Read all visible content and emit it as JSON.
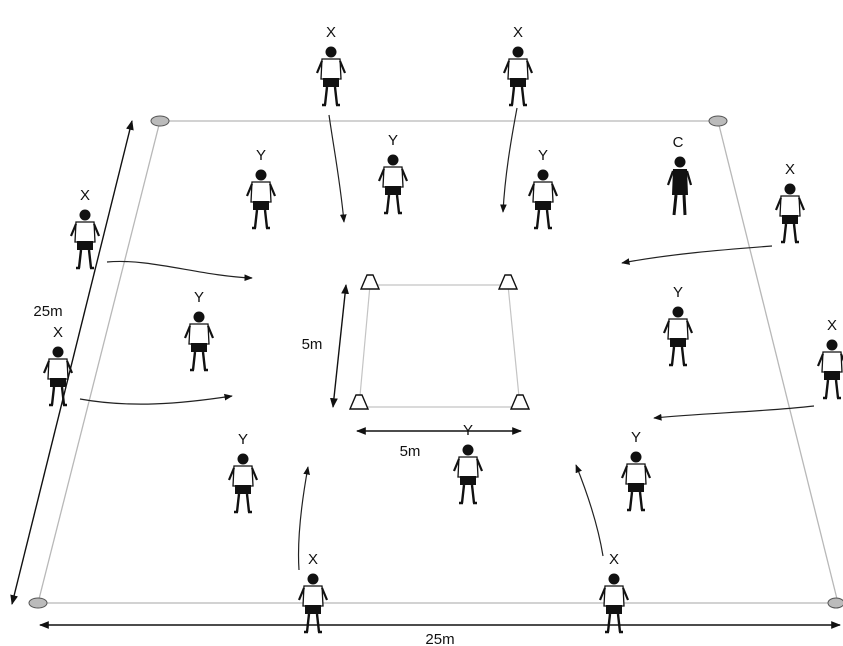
{
  "diagram": {
    "labels": {
      "outer_width": "25m",
      "outer_depth": "25m",
      "inner_width": "5m",
      "inner_depth": "5m",
      "attacker": "X",
      "defender": "Y",
      "coach": "C"
    }
  },
  "players": [
    {
      "role": "attacker",
      "label": "X"
    },
    {
      "role": "attacker",
      "label": "X"
    },
    {
      "role": "attacker",
      "label": "X"
    },
    {
      "role": "attacker",
      "label": "X"
    },
    {
      "role": "attacker",
      "label": "X"
    },
    {
      "role": "attacker",
      "label": "X"
    },
    {
      "role": "attacker",
      "label": "X"
    },
    {
      "role": "attacker",
      "label": "X"
    },
    {
      "role": "defender",
      "label": "Y"
    },
    {
      "role": "defender",
      "label": "Y"
    },
    {
      "role": "defender",
      "label": "Y"
    },
    {
      "role": "defender",
      "label": "Y"
    },
    {
      "role": "defender",
      "label": "Y"
    },
    {
      "role": "defender",
      "label": "Y"
    },
    {
      "role": "defender",
      "label": "Y"
    },
    {
      "role": "defender",
      "label": "Y"
    },
    {
      "role": "coach",
      "label": "C"
    }
  ]
}
